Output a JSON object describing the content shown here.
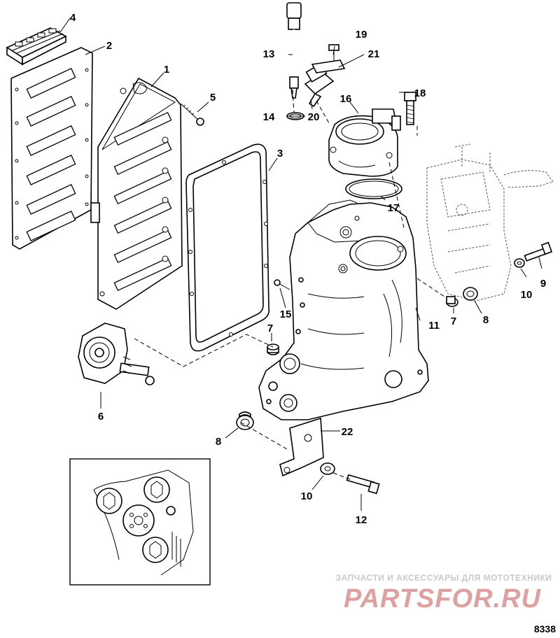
{
  "callouts": {
    "c1": "1",
    "c2": "2",
    "c3": "3",
    "c4": "4",
    "c5": "5",
    "c6": "6",
    "c7a": "7",
    "c7b": "7",
    "c8a": "8",
    "c8b": "8",
    "c9": "9",
    "c10a": "10",
    "c10b": "10",
    "c11": "11",
    "c12": "12",
    "c13": "13",
    "c14": "14",
    "c15": "15",
    "c16": "16",
    "c17": "17",
    "c18": "18",
    "c19": "19",
    "c20": "20",
    "c21": "21",
    "c22": "22"
  },
  "watermark": {
    "tagline": "ЗАПЧАСТИ И АКСЕССУАРЫ ДЛЯ МОТОТЕХНИКИ",
    "logo": "PARTSFOR.RU"
  },
  "figure_number": "8338"
}
